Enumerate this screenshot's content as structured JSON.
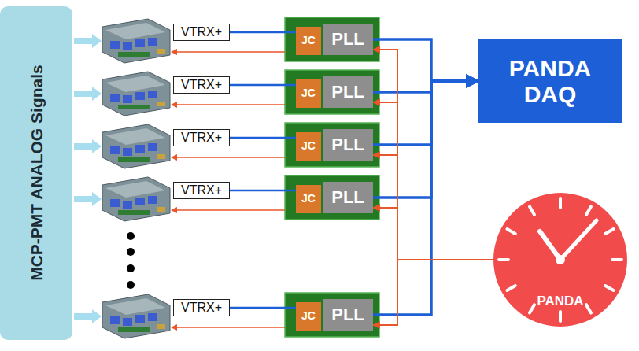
{
  "diagram": {
    "nodes": [
      {
        "text": [
          "MCP-PMT ANALOG Signals"
        ]
      },
      {
        "text": [
          "VTRX+"
        ]
      },
      {
        "text": [
          "JC"
        ]
      },
      {
        "text": [
          "PLL"
        ]
      },
      {
        "text": [
          "VTRX+"
        ]
      },
      {
        "text": [
          "JC"
        ]
      },
      {
        "text": [
          "PLL"
        ]
      },
      {
        "text": [
          "VTRX+"
        ]
      },
      {
        "text": [
          "JC"
        ]
      },
      {
        "text": [
          "PLL"
        ]
      },
      {
        "text": [
          "VTRX+"
        ]
      },
      {
        "text": [
          "JC"
        ]
      },
      {
        "text": [
          "PLL"
        ]
      },
      {
        "text": [
          "VTRX+"
        ]
      },
      {
        "text": [
          "JC"
        ]
      },
      {
        "text": [
          "PLL"
        ]
      },
      {
        "text": [
          "PANDA DAQ"
        ]
      },
      {
        "text": [
          "PANDA"
        ]
      }
    ],
    "edges": [
      {
        "from": 1,
        "to": 2,
        "arrow": "none"
      },
      {
        "from": 4,
        "to": 5,
        "arrow": "none"
      },
      {
        "from": 7,
        "to": 8,
        "arrow": "none"
      },
      {
        "from": 10,
        "to": 11,
        "arrow": "none"
      },
      {
        "from": 13,
        "to": 14,
        "arrow": "none"
      },
      {
        "from": 3,
        "to": 16,
        "arrow": "to"
      },
      {
        "from": 6,
        "to": 16,
        "arrow": "to"
      },
      {
        "from": 9,
        "to": 16,
        "arrow": "to"
      },
      {
        "from": 12,
        "to": 16,
        "arrow": "to"
      },
      {
        "from": 15,
        "to": 16,
        "arrow": "to"
      },
      {
        "from": 17,
        "to": 3,
        "arrow": "to"
      },
      {
        "from": 17,
        "to": 6,
        "arrow": "to"
      },
      {
        "from": 17,
        "to": 9,
        "arrow": "to"
      },
      {
        "from": 17,
        "to": 12,
        "arrow": "to"
      },
      {
        "from": 17,
        "to": 15,
        "arrow": "to"
      }
    ]
  }
}
